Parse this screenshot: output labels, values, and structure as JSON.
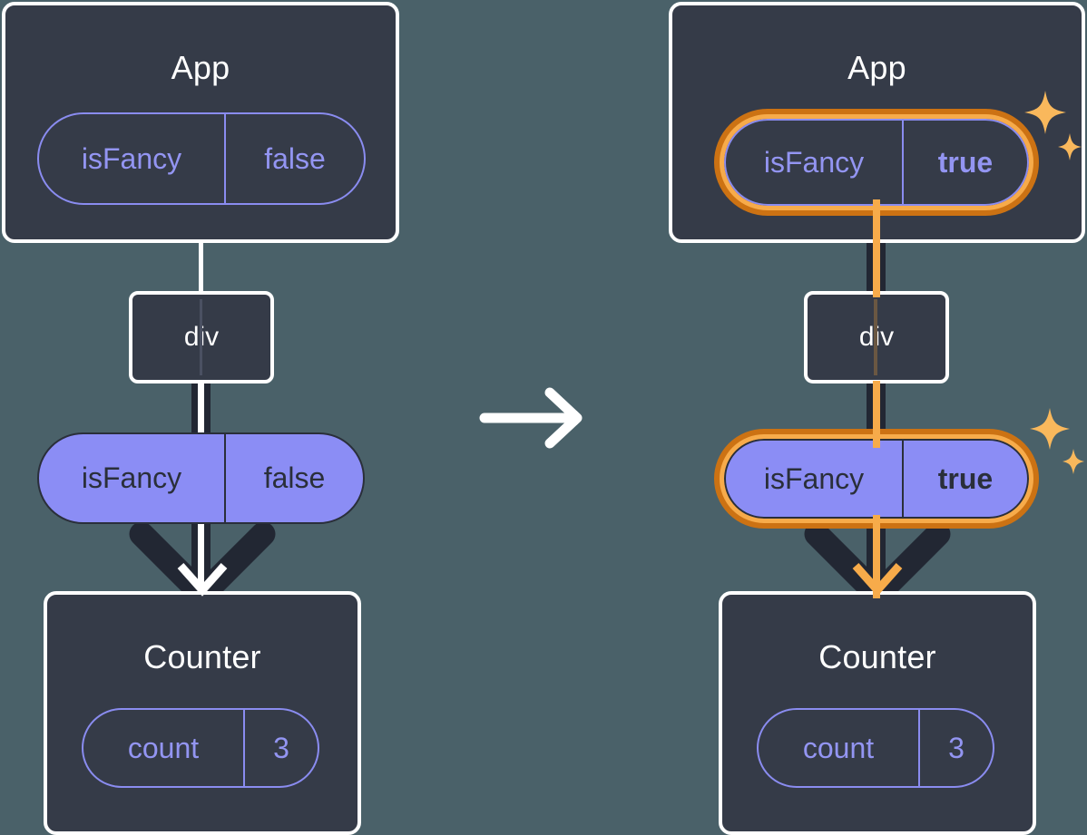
{
  "diagram": {
    "background_color": "#4a6169",
    "box_color": "#353b48",
    "pill_solid_color": "#8b8df5",
    "pill_outline_color": "#8a8cf0",
    "highlight_outer_color": "#cc7213",
    "highlight_inner_color": "#f7ab4a",
    "transition_arrow_icon": "arrow-right-icon",
    "sparkle_icon": "sparkle-icon"
  },
  "before": {
    "app": {
      "title": "App",
      "state": {
        "key": "isFancy",
        "value": "false"
      }
    },
    "div": {
      "label": "div"
    },
    "prop": {
      "key": "isFancy",
      "value": "false"
    },
    "counter": {
      "title": "Counter",
      "state": {
        "key": "count",
        "value": "3"
      }
    }
  },
  "after": {
    "app": {
      "title": "App",
      "state": {
        "key": "isFancy",
        "value": "true",
        "highlighted": true
      }
    },
    "div": {
      "label": "div"
    },
    "prop": {
      "key": "isFancy",
      "value": "true",
      "highlighted": true
    },
    "counter": {
      "title": "Counter",
      "state": {
        "key": "count",
        "value": "3"
      }
    }
  }
}
